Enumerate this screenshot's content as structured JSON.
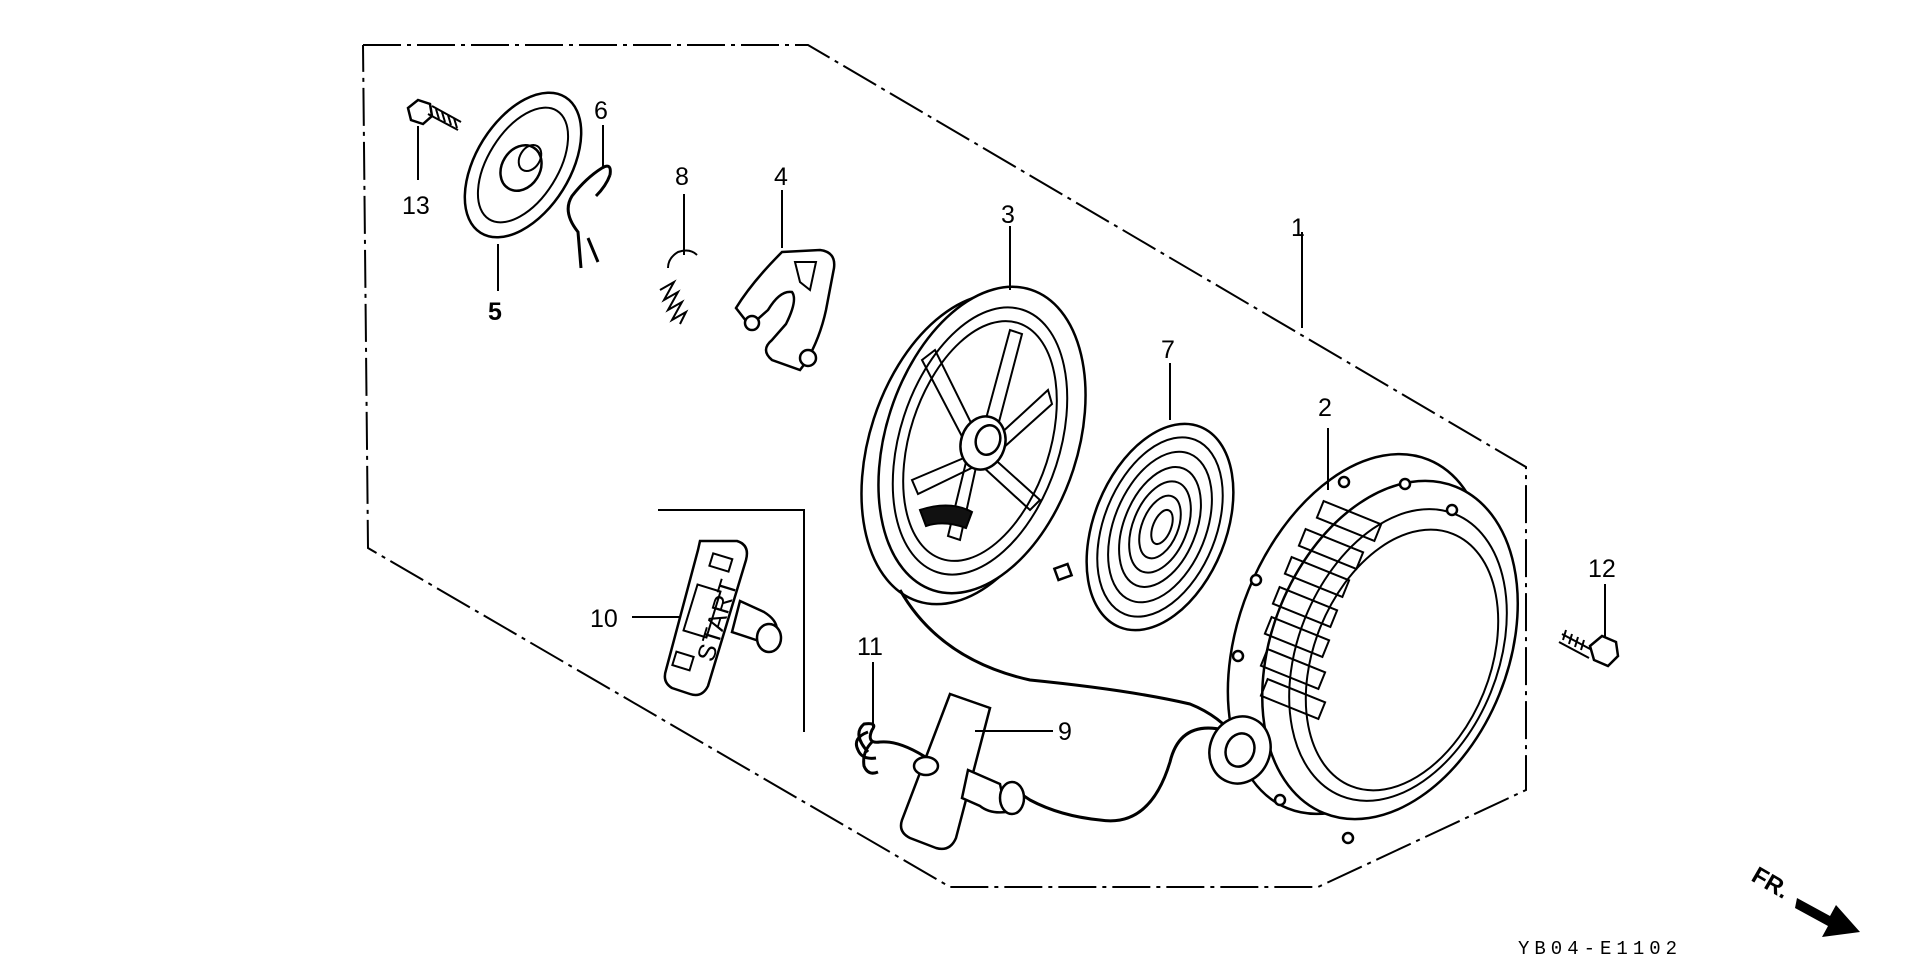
{
  "diagram": {
    "callouts": [
      {
        "id": "1",
        "label": "1"
      },
      {
        "id": "2",
        "label": "2"
      },
      {
        "id": "3",
        "label": "3"
      },
      {
        "id": "4",
        "label": "4"
      },
      {
        "id": "5",
        "label": "5"
      },
      {
        "id": "6",
        "label": "6"
      },
      {
        "id": "7",
        "label": "7"
      },
      {
        "id": "8",
        "label": "8"
      },
      {
        "id": "9",
        "label": "9"
      },
      {
        "id": "10",
        "label": "10"
      },
      {
        "id": "11",
        "label": "11"
      },
      {
        "id": "12",
        "label": "12"
      },
      {
        "id": "13",
        "label": "13"
      }
    ],
    "handle_text": "START",
    "direction_label": "FR.",
    "figure_code": "YB04-E1102"
  }
}
